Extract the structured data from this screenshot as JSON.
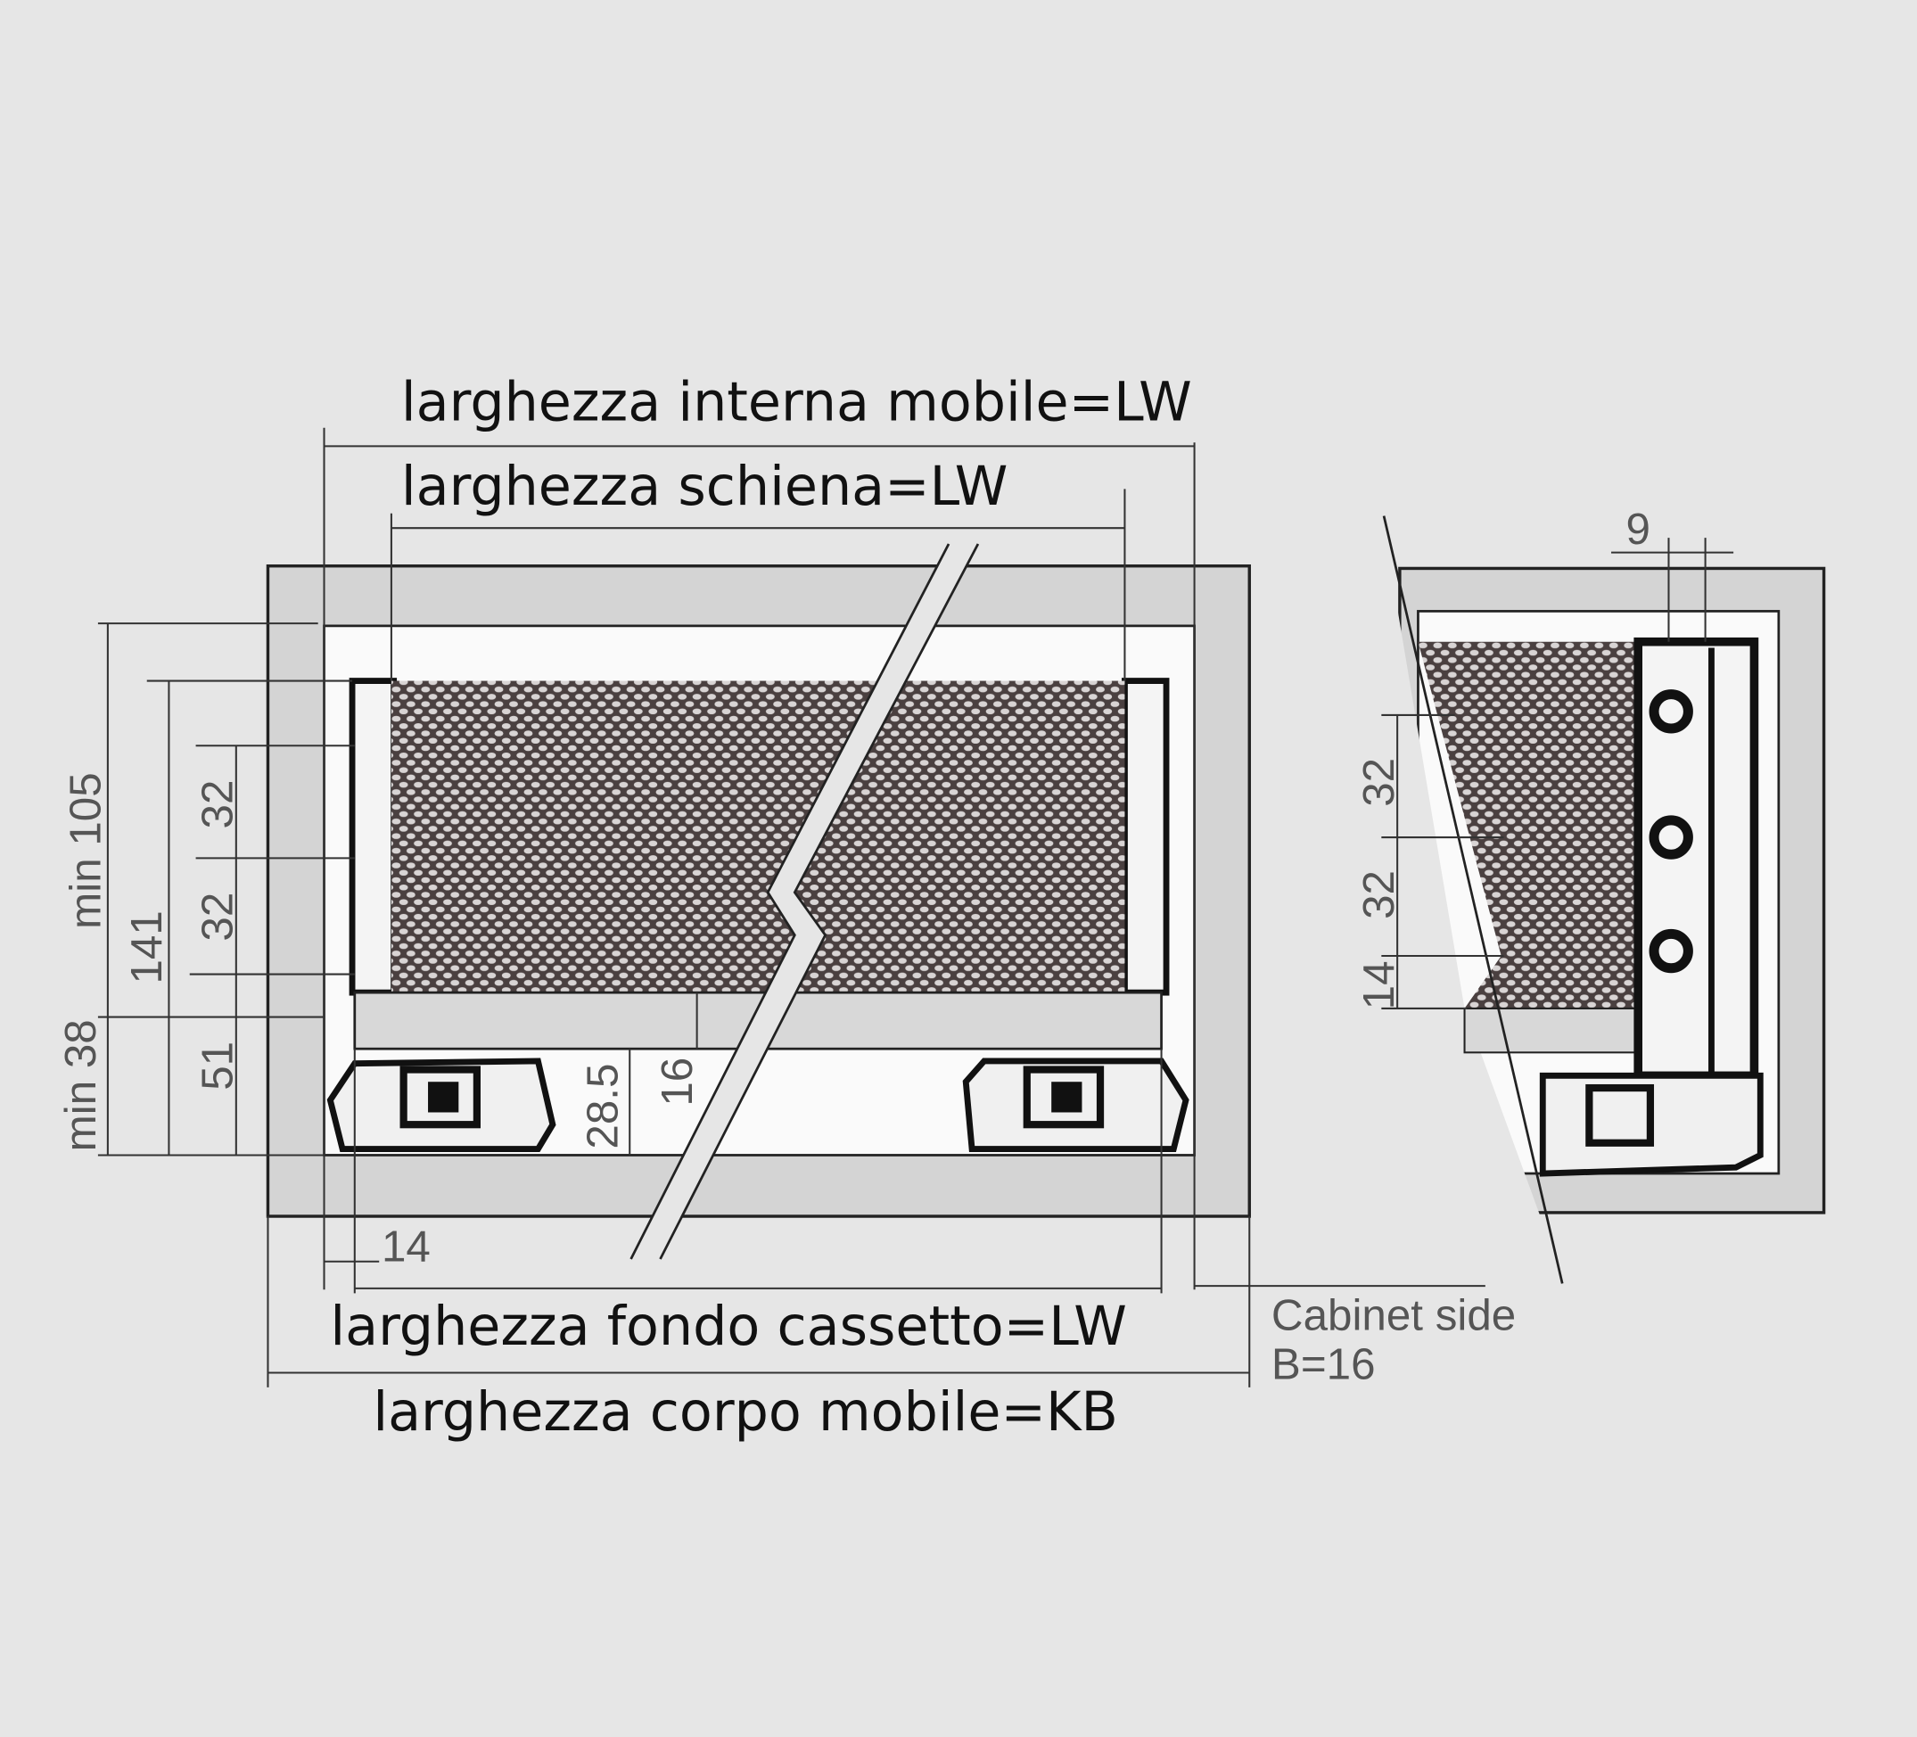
{
  "labels": {
    "internal_width": "larghezza interna mobile=LW",
    "back_width": "larghezza schiena=LW",
    "bottom_width": "larghezza fondo cassetto=LW",
    "cabinet_width": "larghezza corpo mobile=KB",
    "cabinet_side": "Cabinet side",
    "side_thickness": "B=16"
  },
  "front_dimensions": {
    "min_105": "min 105",
    "h141": "141",
    "h32a": "32",
    "h32b": "32",
    "min_38": "min 38",
    "h51": "51",
    "h28_5": "28.5",
    "h16": "16",
    "w14": "14"
  },
  "side_dimensions": {
    "w9": "9",
    "h32a": "32",
    "h32b": "32",
    "h14": "14"
  },
  "colors": {
    "background": "#e6e6e6",
    "panel": "#d4d4d4",
    "line": "#222222"
  }
}
